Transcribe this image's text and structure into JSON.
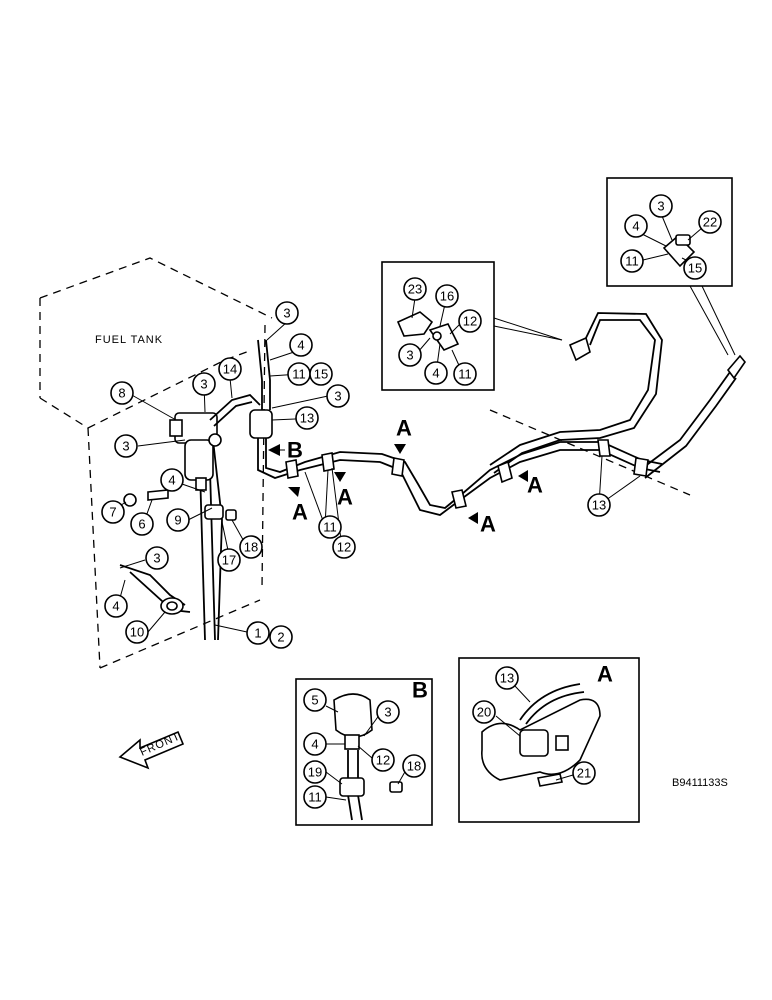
{
  "labels": {
    "fuel_tank": "FUEL TANK",
    "front": "FRONT",
    "drawing_number": "B9411133S"
  },
  "view_letters": {
    "a": "A",
    "b": "B"
  },
  "callouts": [
    "1",
    "2",
    "3",
    "4",
    "5",
    "6",
    "7",
    "8",
    "9",
    "10",
    "11",
    "12",
    "13",
    "14",
    "15",
    "16",
    "17",
    "18",
    "19",
    "20",
    "21",
    "22",
    "23"
  ]
}
